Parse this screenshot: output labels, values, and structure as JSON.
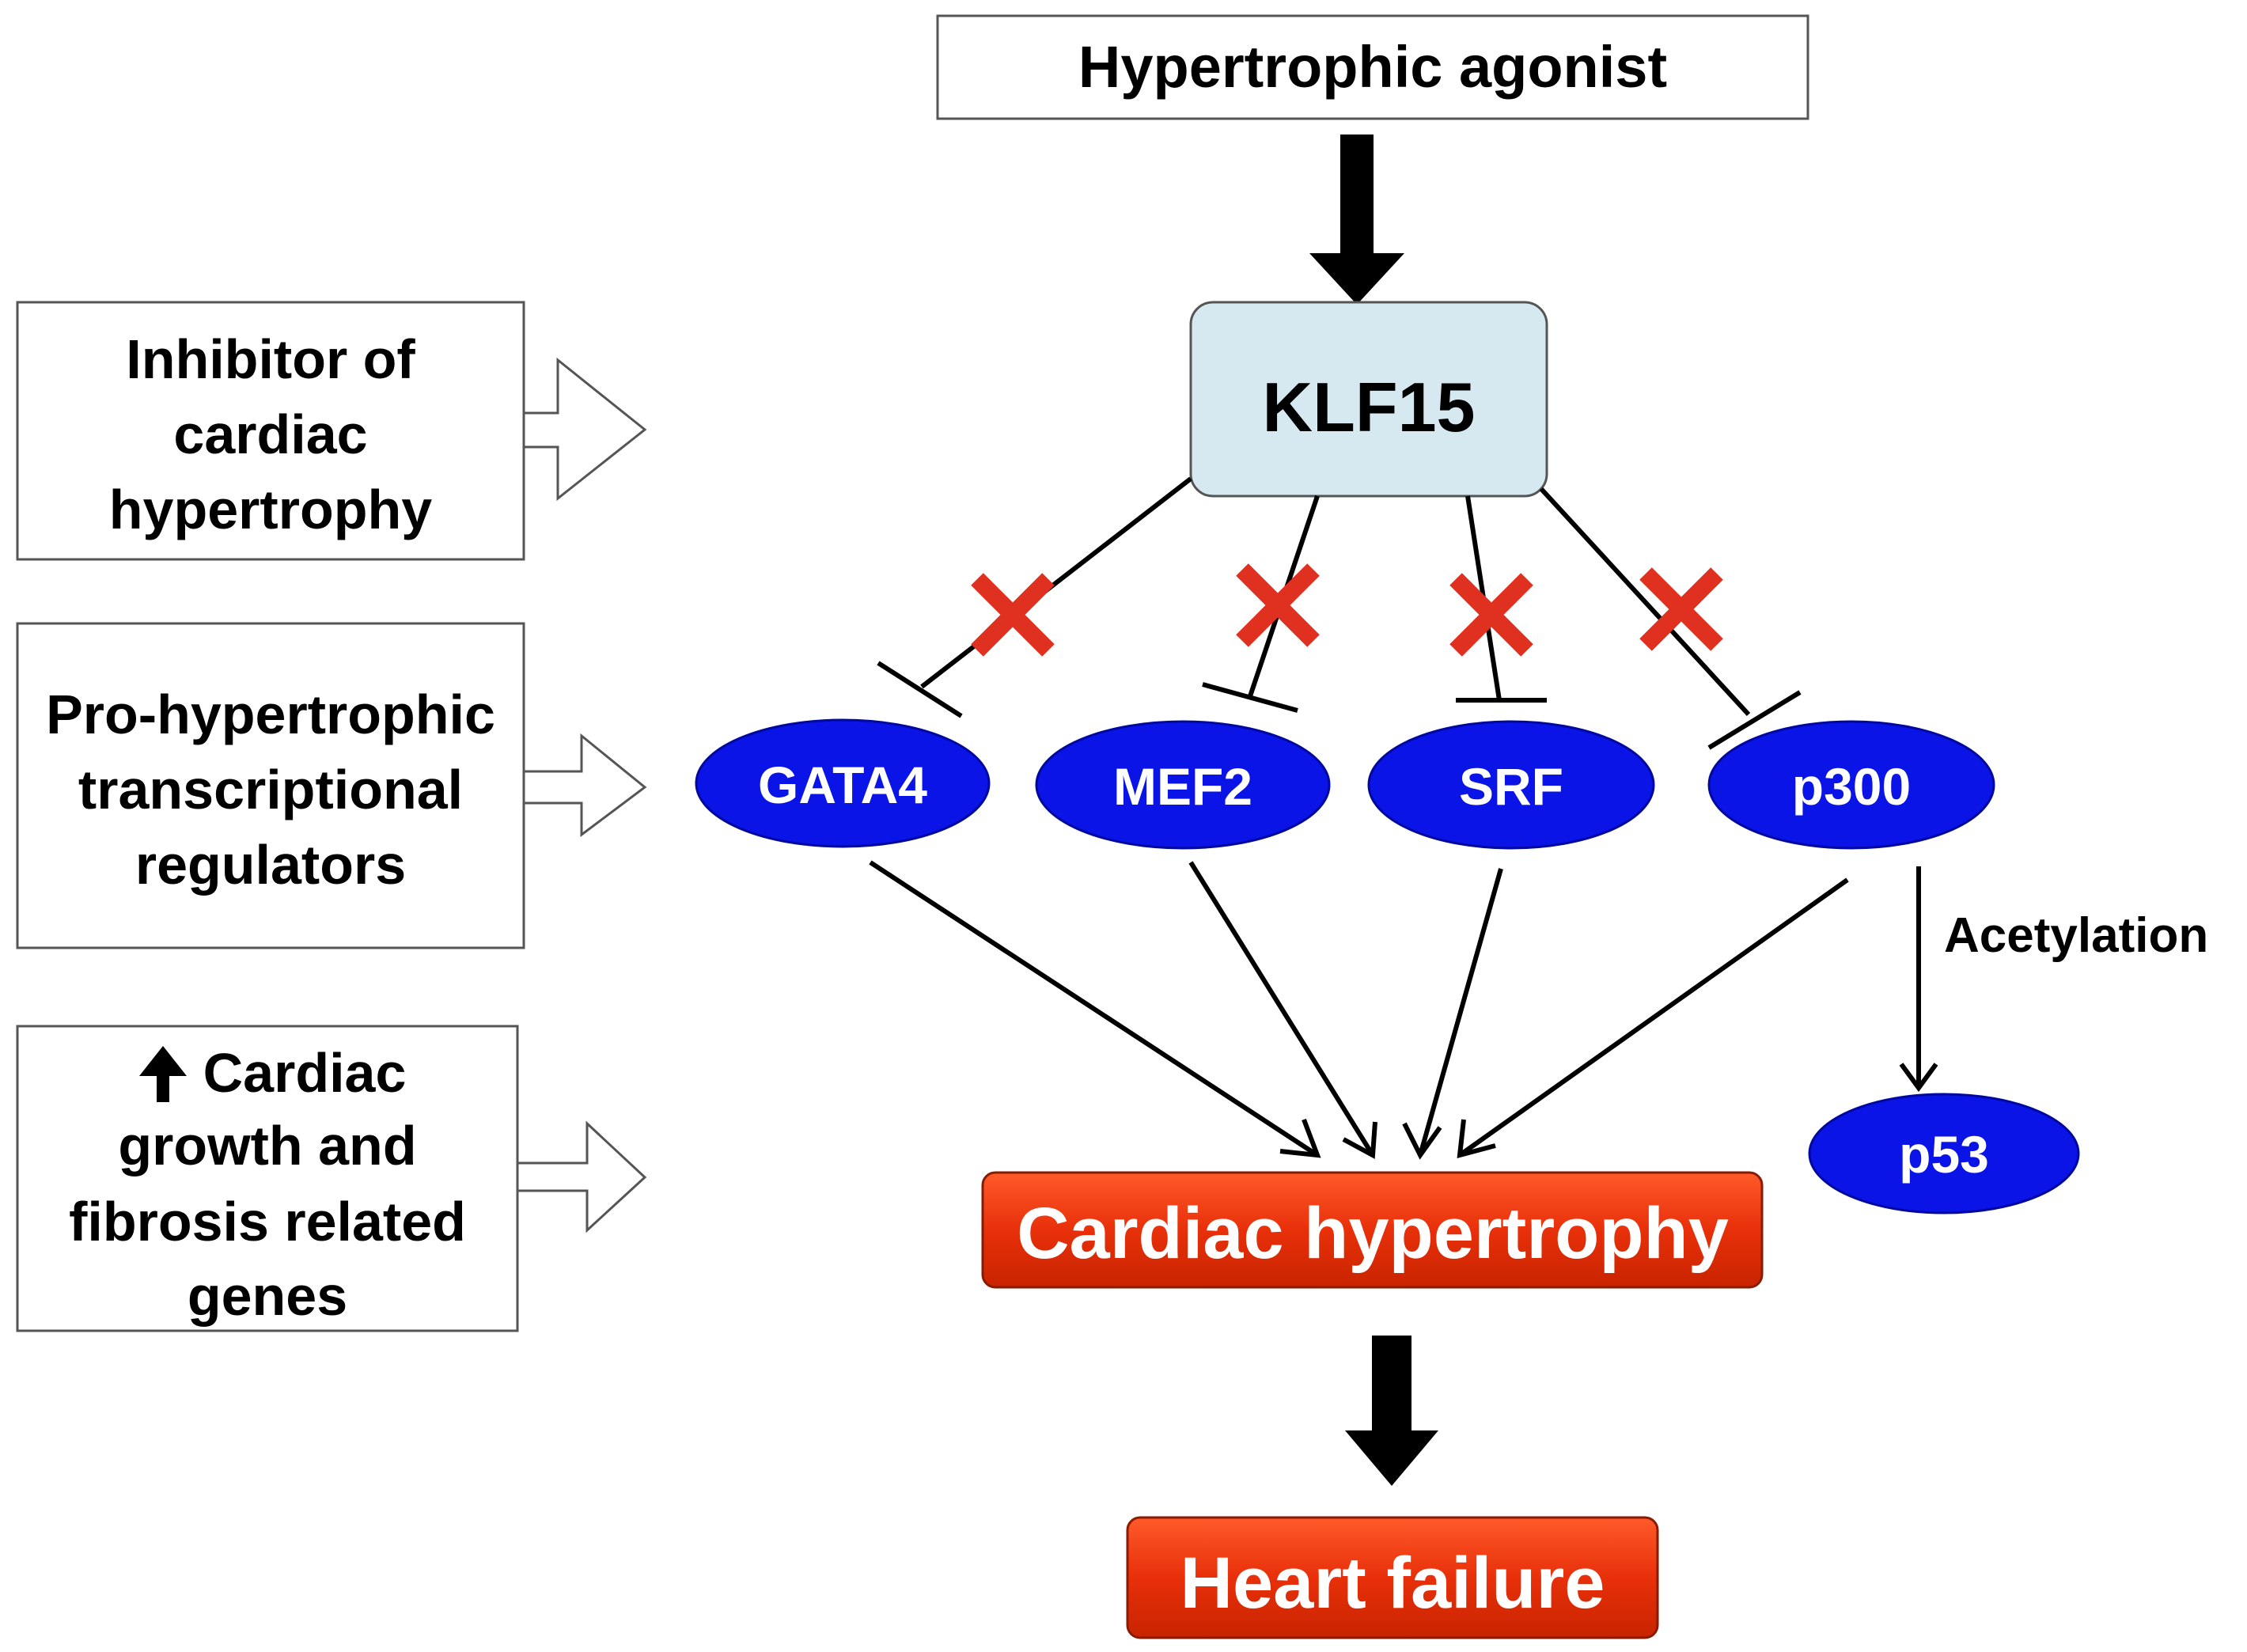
{
  "top": {
    "agonist": "Hypertrophic agonist"
  },
  "klf15": {
    "label": "KLF15",
    "fill": "#d6e9f1"
  },
  "side_labels": [
    {
      "lines": [
        "Inhibitor of",
        "cardiac",
        "hypertrophy"
      ]
    },
    {
      "lines": [
        "Pro-hypertrophic",
        "transcriptional",
        "regulators"
      ]
    },
    {
      "lines": [
        "Cardiac",
        "growth and",
        "fibrosis related",
        "genes"
      ],
      "prefix_icon": "up-arrow-icon"
    }
  ],
  "regulators": [
    {
      "name": "GATA4"
    },
    {
      "name": "MEF2"
    },
    {
      "name": "SRF"
    },
    {
      "name": "p300"
    }
  ],
  "acetylation": {
    "label": "Acetylation",
    "target": "p53"
  },
  "outcomes": {
    "hypertrophy": "Cardiac hypertrophy",
    "failure": "Heart failure"
  },
  "colors": {
    "node_blue": "#0a14e6",
    "outcome_red": "#e8300a",
    "block_x": "#e03020",
    "line": "#000000"
  }
}
